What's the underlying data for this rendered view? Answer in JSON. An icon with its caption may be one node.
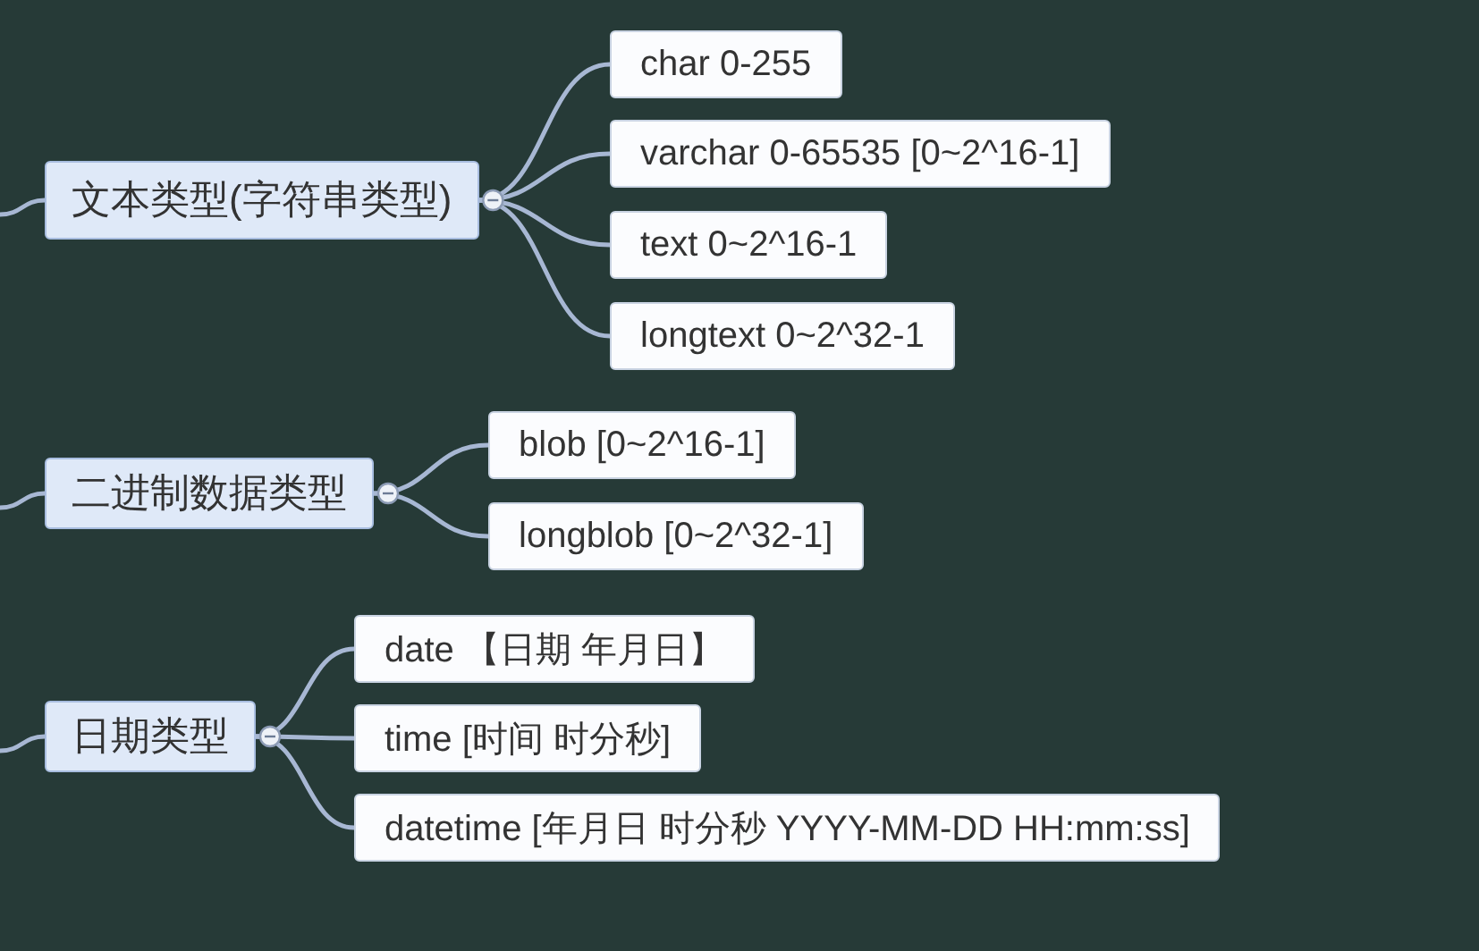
{
  "diagram": {
    "nodes": [
      {
        "text": [
          "文本类型(字符串类型)"
        ]
      },
      {
        "text": [
          "char 0-255"
        ]
      },
      {
        "text": [
          "varchar 0-65535 [0~2^16-1]"
        ]
      },
      {
        "text": [
          "text 0~2^16-1"
        ]
      },
      {
        "text": [
          "longtext 0~2^32-1"
        ]
      },
      {
        "text": [
          "二进制数据类型"
        ]
      },
      {
        "text": [
          "blob [0~2^16-1]"
        ]
      },
      {
        "text": [
          "longblob [0~2^32-1]"
        ]
      },
      {
        "text": [
          "日期类型"
        ]
      },
      {
        "text": [
          "date 【日期 年月日】"
        ]
      },
      {
        "text": [
          "time [时间 时分秒]"
        ]
      },
      {
        "text": [
          "datetime [年月日 时分秒 YYYY-MM-DD HH:mm:ss]"
        ]
      }
    ],
    "edges": [
      {
        "from": null,
        "to": 0,
        "arrow": "none"
      },
      {
        "from": 0,
        "to": 1,
        "arrow": "none"
      },
      {
        "from": 0,
        "to": 2,
        "arrow": "none"
      },
      {
        "from": 0,
        "to": 3,
        "arrow": "none"
      },
      {
        "from": 0,
        "to": 4,
        "arrow": "none"
      },
      {
        "from": null,
        "to": 5,
        "arrow": "none"
      },
      {
        "from": 5,
        "to": 6,
        "arrow": "none"
      },
      {
        "from": 5,
        "to": 7,
        "arrow": "none"
      },
      {
        "from": null,
        "to": 8,
        "arrow": "none"
      },
      {
        "from": 8,
        "to": 9,
        "arrow": "none"
      },
      {
        "from": 8,
        "to": 10,
        "arrow": "none"
      },
      {
        "from": 8,
        "to": 11,
        "arrow": "none"
      }
    ]
  }
}
